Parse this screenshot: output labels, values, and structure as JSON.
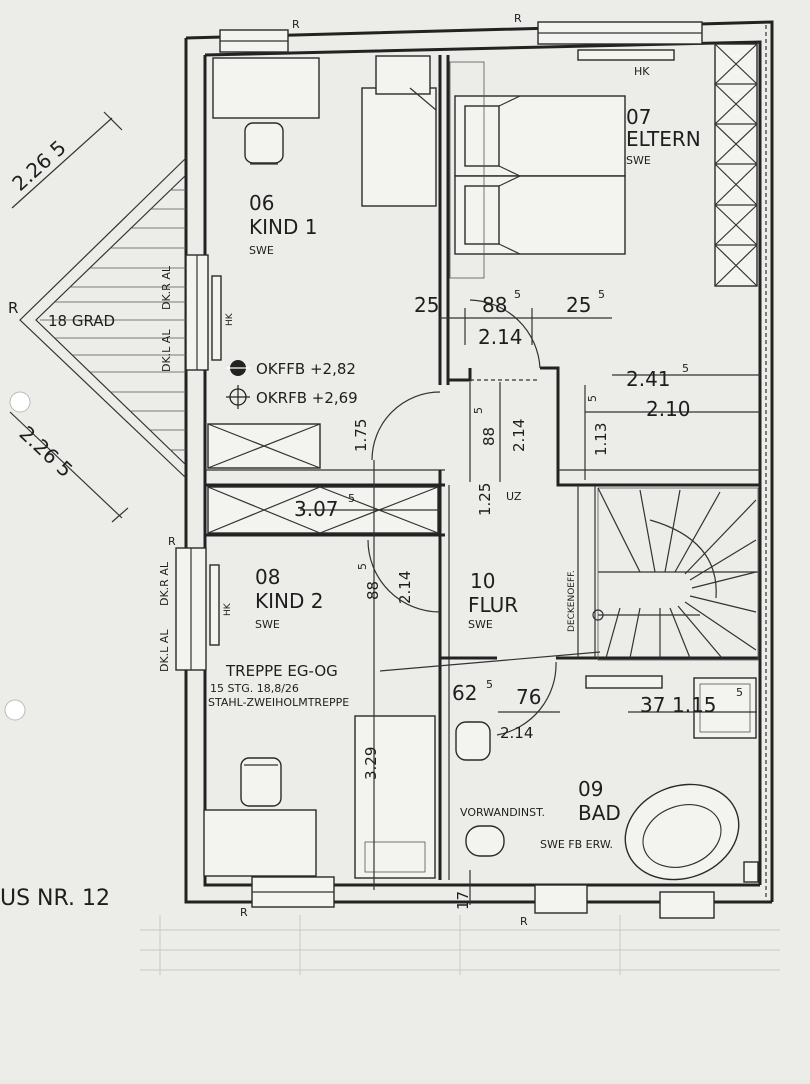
{
  "rooms": {
    "kind1": {
      "number": "06",
      "name": "KIND 1",
      "code": "SWE"
    },
    "eltern": {
      "number": "07",
      "name": "ELTERN",
      "code": "SWE"
    },
    "kind2": {
      "number": "08",
      "name": "KIND 2",
      "code": "SWE"
    },
    "flur": {
      "number": "10",
      "name": "FLUR",
      "code": "SWE"
    },
    "bad": {
      "number": "09",
      "name": "BAD",
      "code": "SWE FB ERW."
    }
  },
  "levels": {
    "okffb": "OKFFB +2,82",
    "okrfb": "OKRFB +2,69"
  },
  "roof": {
    "angle": "18 GRAD",
    "dim_top": "2.26 5",
    "dim_bottom": "2.26 5",
    "r_label": "R"
  },
  "stairs": {
    "title": "TREPPE EG-OG",
    "spec": "15 STG. 18,8/26",
    "type": "STAHL-ZWEIHOLMTREPPE",
    "uz": "UZ",
    "opening": "DECKENOEFF."
  },
  "labels": {
    "hk": "HK",
    "r": "R",
    "dkl_al": "DK.L AL",
    "dkr_al": "DK.R AL",
    "vorwand": "VORWANDINST.",
    "house": "US  NR.  12"
  },
  "dims": {
    "d25": "25",
    "d88a": "88",
    "d88a_sup": "5",
    "d25b": "25",
    "d25b_sup": "5",
    "d214a": "2.14",
    "d241": "2.41",
    "d241_sup": "5",
    "d210": "2.10",
    "d113": "1.13",
    "d113_sup": "5",
    "d885v": "88",
    "d885v_sup": "5",
    "d214v": "2.14",
    "d175": "1.75",
    "d307": "3.07",
    "d307_sup": "5",
    "d125": "1.25",
    "d885b": "88",
    "d885b_sup": "5",
    "d214b": "2.14",
    "d62": "62",
    "d62_sup": "5",
    "d76": "76",
    "d214c": "2.14",
    "d37": "37",
    "d115": "1.15",
    "d115_sup": "5",
    "d329": "3.29",
    "d17": "17"
  }
}
